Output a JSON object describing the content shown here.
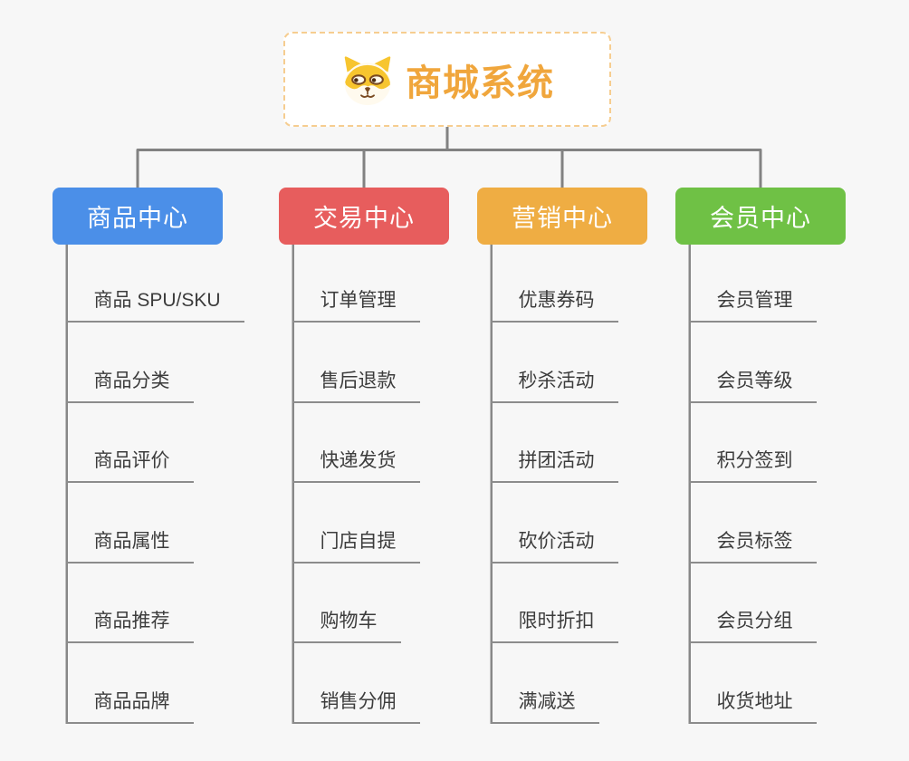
{
  "root": {
    "title": "商城系统",
    "icon": "dog-face-icon",
    "title_color": "#F0A63C",
    "border_color": "#F6CD90",
    "background": "#FFFFFF"
  },
  "branches": [
    {
      "label": "商品中心",
      "color": "#4B8FE8",
      "children": [
        "商品 SPU/SKU",
        "商品分类",
        "商品评价",
        "商品属性",
        "商品推荐",
        "商品品牌"
      ]
    },
    {
      "label": "交易中心",
      "color": "#E75D5D",
      "children": [
        "订单管理",
        "售后退款",
        "快递发货",
        "门店自提",
        "购物车",
        "销售分佣"
      ]
    },
    {
      "label": "营销中心",
      "color": "#EFAD43",
      "children": [
        "优惠券码",
        "秒杀活动",
        "拼团活动",
        "砍价活动",
        "限时折扣",
        "满减送"
      ]
    },
    {
      "label": "会员中心",
      "color": "#6FC145",
      "children": [
        "会员管理",
        "会员等级",
        "积分签到",
        "会员标签",
        "会员分组",
        "收货地址"
      ]
    }
  ],
  "colors": {
    "background": "#F7F7F7",
    "connector": "#828282",
    "leaf_underline": "#8C8C8C",
    "leaf_text": "#3C3C3C"
  }
}
